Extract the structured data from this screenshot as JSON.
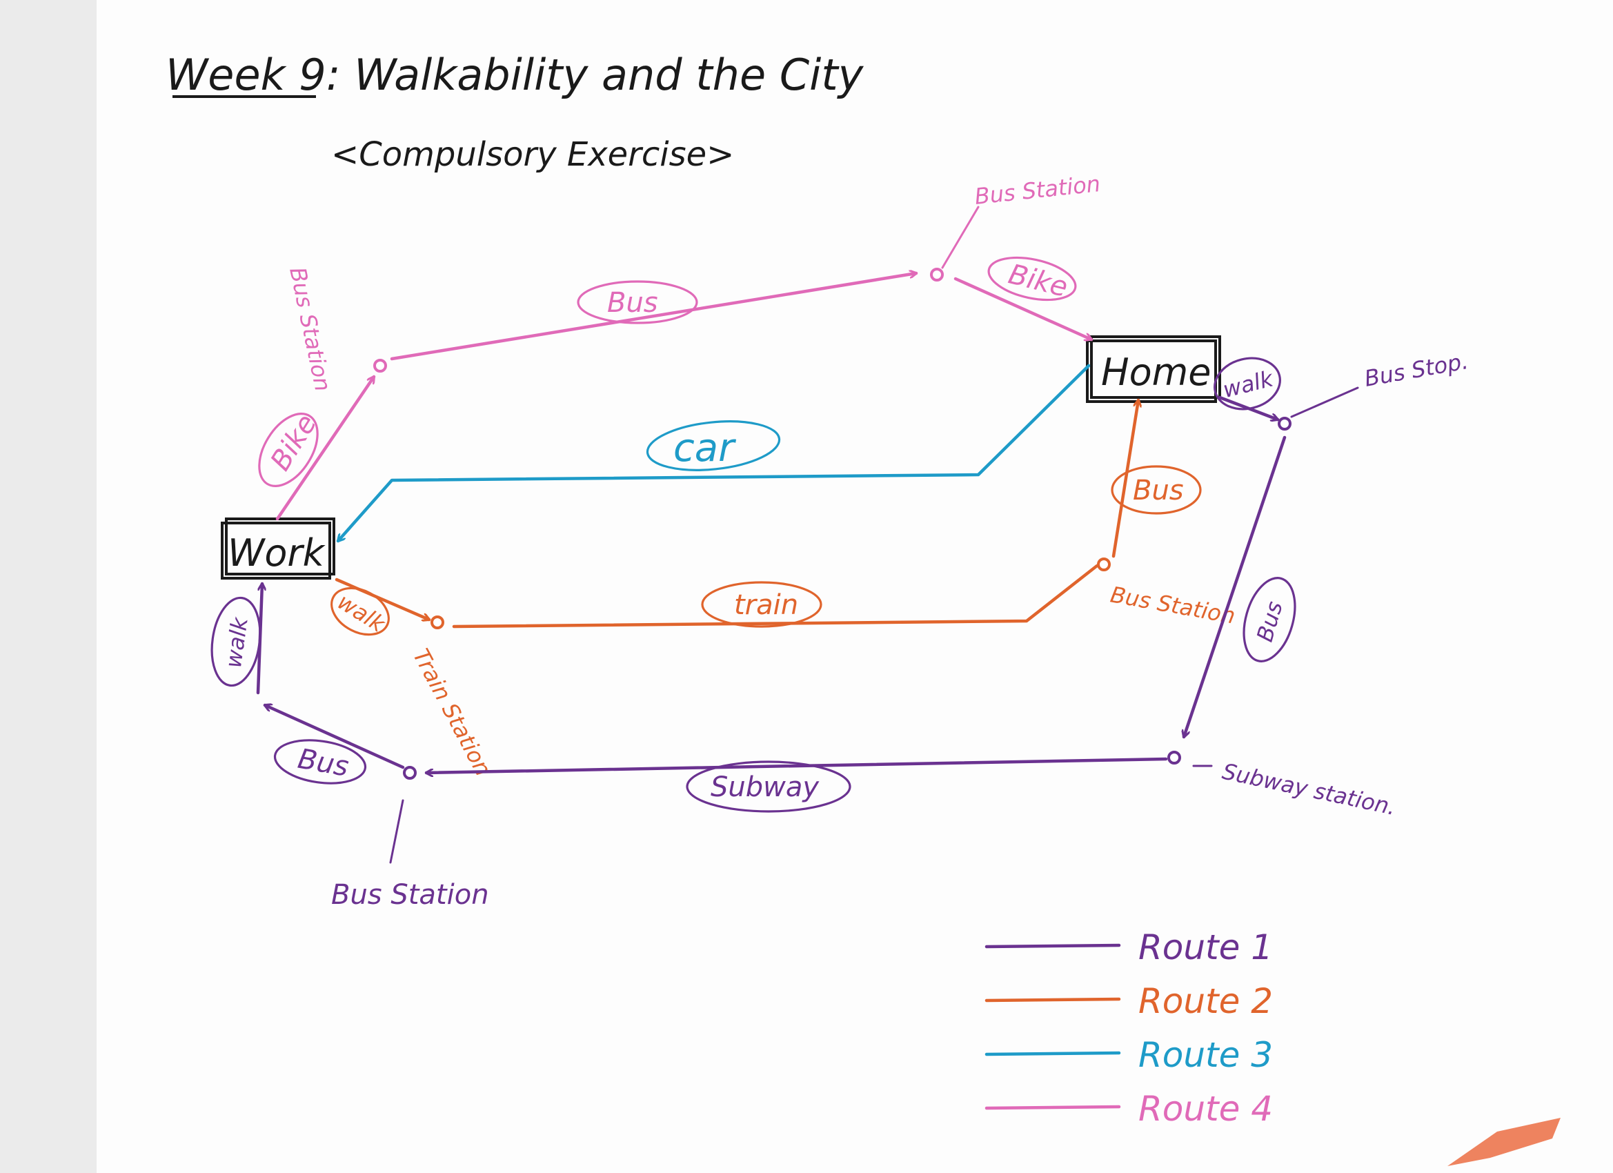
{
  "title": "Week 9: Walkability and the City",
  "subtitle": "<Compulsory Exercise>",
  "nodes": {
    "home": "Home",
    "work": "Work"
  },
  "modes": {
    "walk": "walk",
    "bus": "Bus",
    "subway": "Subway",
    "train": "train",
    "car": "car",
    "bike": "Bike"
  },
  "stops": {
    "bus_stop": "Bus Stop.",
    "subway_station": "Subway station.",
    "bus_station": "Bus Station",
    "train_station": "Train Station"
  },
  "legend": [
    {
      "label": "Route 1",
      "color": "#6a3290"
    },
    {
      "label": "Route 2",
      "color": "#e0642c"
    },
    {
      "label": "Route 3",
      "color": "#1e9bc8"
    },
    {
      "label": "Route 4",
      "color": "#e06ab8"
    }
  ]
}
